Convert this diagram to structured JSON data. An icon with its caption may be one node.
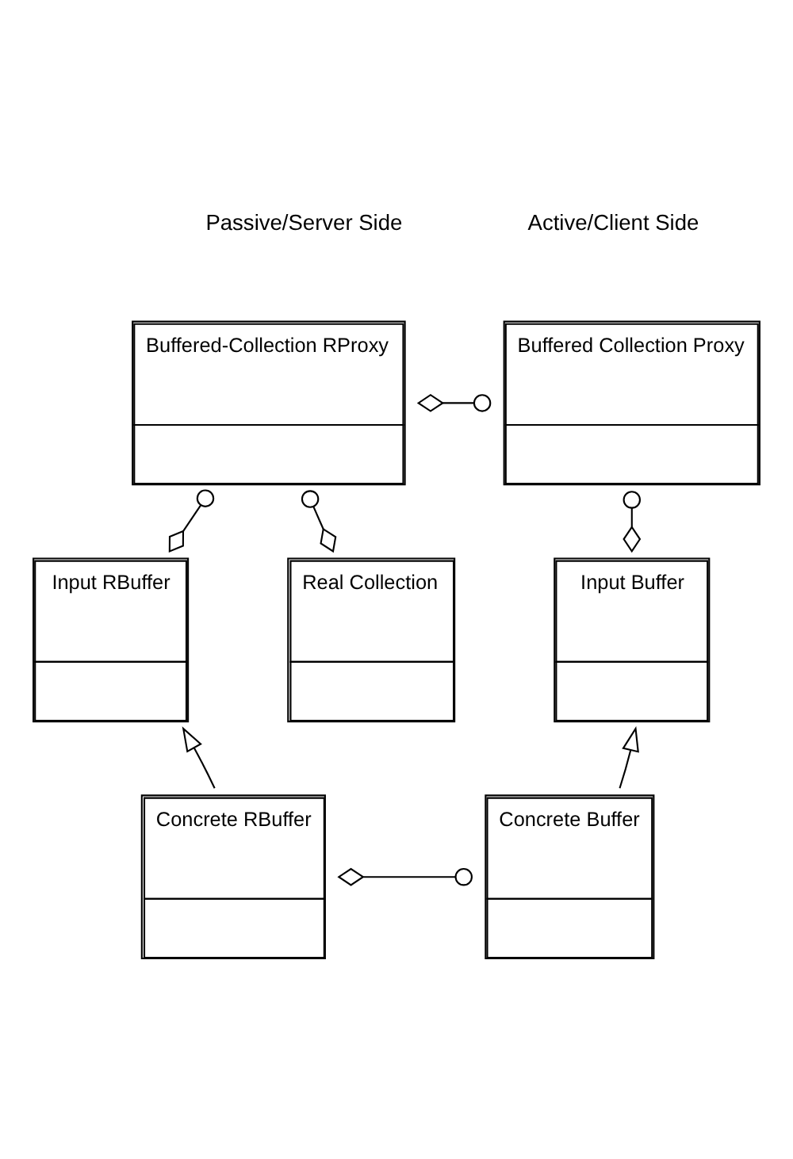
{
  "diagram": {
    "nodes": [
      {
        "text": [
          "Buffered-Collection RProxy"
        ]
      },
      {
        "text": [
          "Buffered Collection Proxy"
        ]
      },
      {
        "text": [
          "Input RBuffer"
        ]
      },
      {
        "text": [
          "Input Buffer"
        ]
      },
      {
        "text": [
          "Concrete RBuffer"
        ]
      },
      {
        "text": [
          "Concrete Buffer"
        ]
      },
      {
        "text": [
          "Real Collection"
        ]
      }
    ],
    "edges": [
      {
        "from": 0,
        "to": 1,
        "arrow": "other"
      },
      {
        "from": 0,
        "to": 2,
        "arrow": "other"
      },
      {
        "from": 0,
        "to": 6,
        "arrow": "other"
      },
      {
        "from": 1,
        "to": 3,
        "arrow": "other"
      },
      {
        "from": 4,
        "to": 2,
        "arrow": "to"
      },
      {
        "from": 5,
        "to": 3,
        "arrow": "to"
      },
      {
        "from": 4,
        "to": 5,
        "arrow": "other"
      }
    ],
    "labels": [
      "Passive/Server Side",
      "Active/Client Side"
    ]
  }
}
